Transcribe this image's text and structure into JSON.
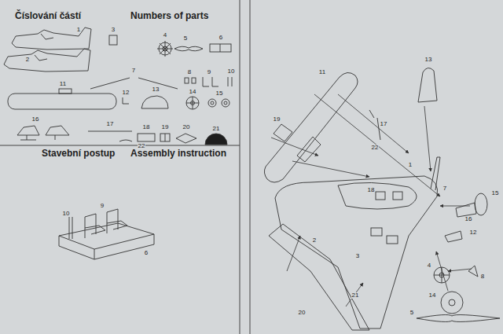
{
  "diagram": {
    "labels": [
      "Číslování částí",
      "Numbers of parts",
      "1",
      "2",
      "3",
      "4",
      "5",
      "6",
      "7",
      "8",
      "9",
      "10",
      "11",
      "12",
      "13",
      "14",
      "15",
      "16",
      "17",
      "18",
      "19",
      "20",
      "21",
      "22",
      "Stavební postup",
      "Assembly instruction",
      "10",
      "9",
      "6",
      "11",
      "13",
      "19",
      "17",
      "22",
      "7",
      "1",
      "15",
      "16",
      "18",
      "12",
      "2",
      "3",
      "4",
      "8",
      "14",
      "5",
      "20",
      "21"
    ]
  }
}
